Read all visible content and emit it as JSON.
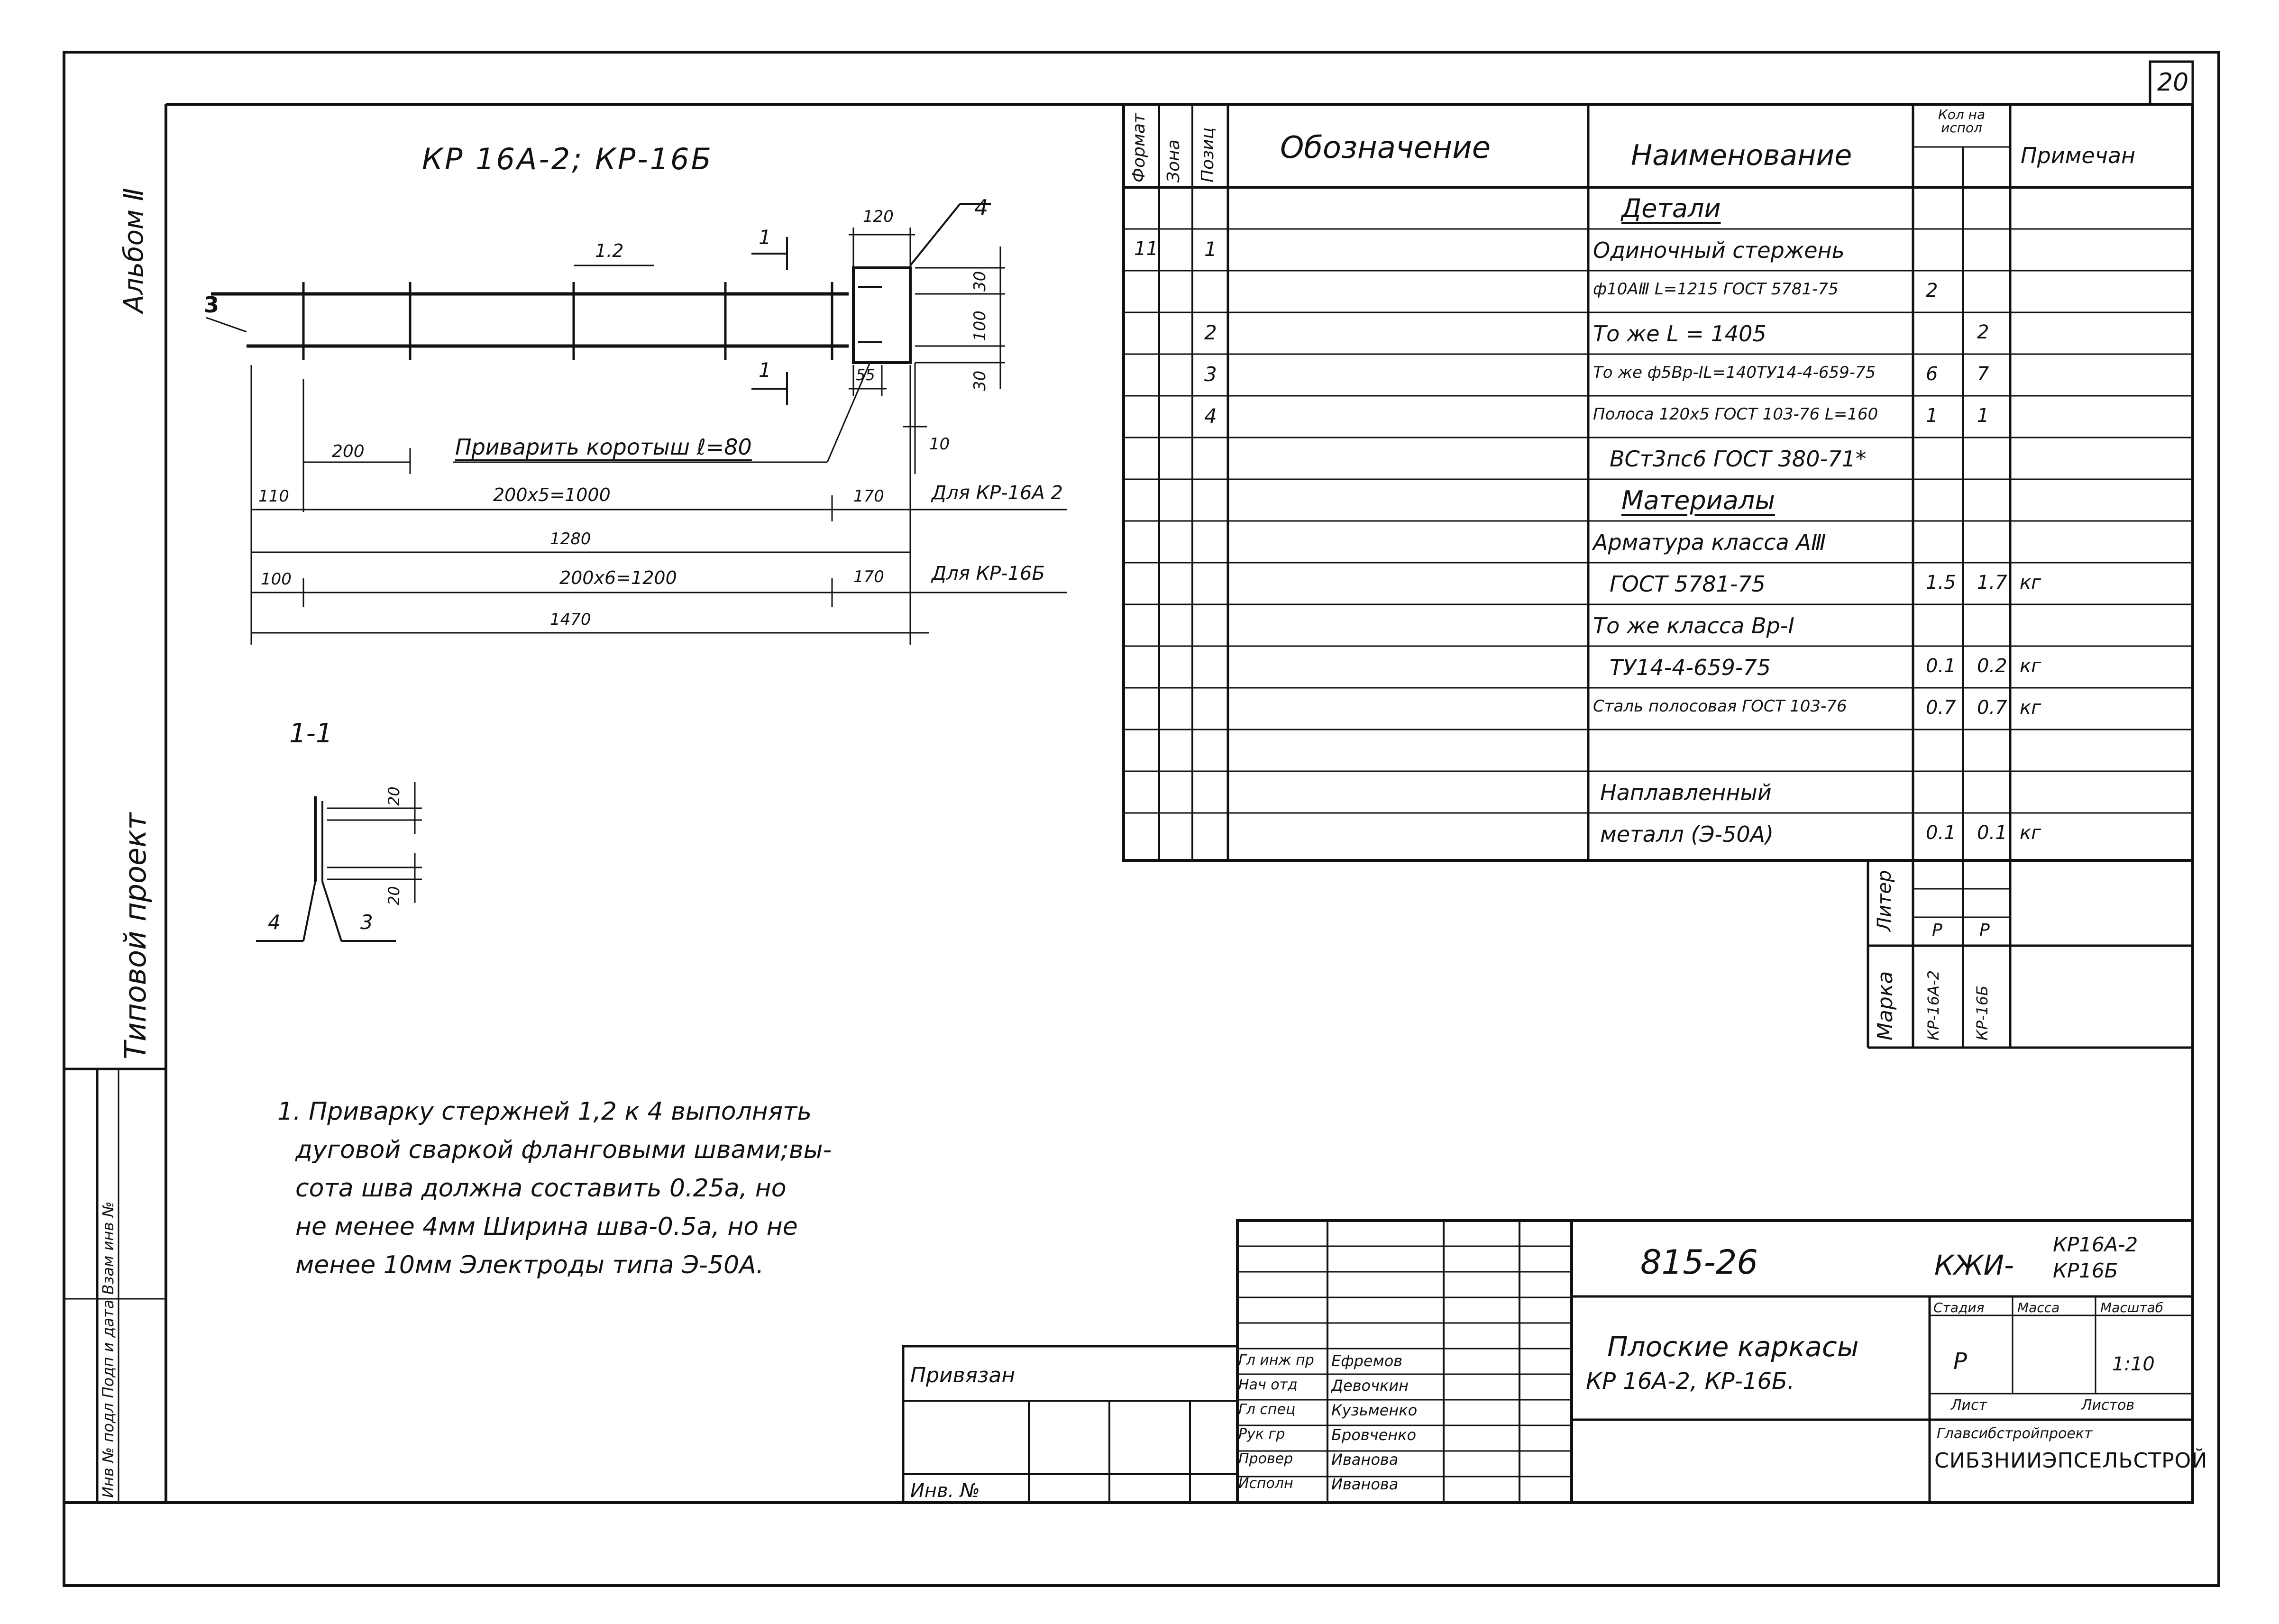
{
  "sheet": {
    "number": "20",
    "side_album": "Альбом Ⅱ",
    "side_project": "Типовой проект",
    "side_strip": "Инв № подл  Подп и дата  Взам инв №"
  },
  "drawing": {
    "title": "КР 16А-2; КР-16Б",
    "label_1_2": "1.2",
    "label_3": "3",
    "label_4": "4",
    "label_1": "1",
    "dim_120": "120",
    "dim_30a": "30",
    "dim_100": "100",
    "dim_30b": "30",
    "dim_55": "55",
    "dim_10": "10",
    "dim_200": "200",
    "weld_note": "Приварить коротыш ℓ=80",
    "dim_110": "110",
    "dim_a_mid": "200х5=1000",
    "dim_170a": "170",
    "for_a": "Для КР-16А 2",
    "dim_1280": "1280",
    "dim_100b": "100",
    "dim_b_mid": "200х6=1200",
    "dim_170b": "170",
    "for_b": "Для КР-16Б",
    "dim_1470": "1470",
    "section": "1-1",
    "sec_20a": "20",
    "sec_20b": "20",
    "sec_4": "4",
    "sec_3": "3"
  },
  "notes": {
    "line1": "1. Приварку стержней 1,2 к 4 выполнять",
    "line2": "дуговой сваркой фланговыми швами;вы-",
    "line3": "сота шва должна составить 0.25а, но",
    "line4": "не менее 4мм Ширина шва-0.5а, но не",
    "line5": "менее 10мм Электроды типа Э-50А."
  },
  "spec": {
    "headers": {
      "format": "Формат",
      "zone": "Зона",
      "pos": "Позиц",
      "designation": "Обозначение",
      "name": "Наименование",
      "qty": "Кол на испол",
      "note": "Примечан"
    },
    "rows": [
      {
        "f": "",
        "p": "",
        "name": "Детали",
        "q1": "",
        "q2": "",
        "note": "",
        "heading": true
      },
      {
        "f": "11",
        "p": "1",
        "name": "Одиночный стержень",
        "q1": "",
        "q2": "",
        "note": ""
      },
      {
        "f": "",
        "p": "",
        "name": "ф10АⅢ L=1215 ГОСТ 5781-75",
        "q1": "2",
        "q2": "",
        "note": ""
      },
      {
        "f": "",
        "p": "2",
        "name": "То же L = 1405",
        "q1": "",
        "q2": "2",
        "note": ""
      },
      {
        "f": "",
        "p": "3",
        "name": "То же ф5Вр-ⅠL=140ТУ14-4-659-75",
        "q1": "6",
        "q2": "7",
        "note": ""
      },
      {
        "f": "",
        "p": "4",
        "name": "Полоса 120х5 ГОСТ 103-76 L=160",
        "q1": "1",
        "q2": "1",
        "note": ""
      },
      {
        "f": "",
        "p": "",
        "name": "ВСт3пс6 ГОСТ 380-71*",
        "q1": "",
        "q2": "",
        "note": ""
      },
      {
        "f": "",
        "p": "",
        "name": "Материалы",
        "q1": "",
        "q2": "",
        "note": "",
        "heading": true
      },
      {
        "f": "",
        "p": "",
        "name": "Арматура класса АⅢ",
        "q1": "",
        "q2": "",
        "note": ""
      },
      {
        "f": "",
        "p": "",
        "name": "ГОСТ 5781-75",
        "q1": "1.5",
        "q2": "1.7",
        "note": "кг"
      },
      {
        "f": "",
        "p": "",
        "name": "То же класса Вр-Ⅰ",
        "q1": "",
        "q2": "",
        "note": ""
      },
      {
        "f": "",
        "p": "",
        "name": "ТУ14-4-659-75",
        "q1": "0.1",
        "q2": "0.2",
        "note": "кг"
      },
      {
        "f": "",
        "p": "",
        "name": "Сталь полосовая ГОСТ 103-76",
        "q1": "0.7",
        "q2": "0.7",
        "note": "кг"
      },
      {
        "f": "",
        "p": "",
        "name": "",
        "q1": "",
        "q2": "",
        "note": ""
      },
      {
        "f": "",
        "p": "",
        "name": "Наплавленный",
        "q1": "",
        "q2": "",
        "note": ""
      },
      {
        "f": "",
        "p": "",
        "name": "металл (Э-50А)",
        "q1": "0.1",
        "q2": "0.1",
        "note": "кг"
      }
    ],
    "liter_label": "Литер",
    "liter_a": "Р",
    "liter_b": "Р",
    "mark_label": "Марка",
    "mark_a": "КР-16А-2",
    "mark_b": "КР-16Б"
  },
  "titleblock": {
    "code": "815-26",
    "doc": "КЖИ-",
    "doc_top": "КР16А-2",
    "doc_bot": "КР16Б",
    "name1": "Плоские каркасы",
    "name2": "КР 16А-2, КР-16Б.",
    "stage_label": "Стадия",
    "mass_label": "Масса",
    "scale_label": "Масштаб",
    "stage": "Р",
    "scale": "1:10",
    "sheet_label": "Лист",
    "sheets_label": "Листов",
    "org1": "Главсибстройпроект",
    "org2": "СИБЗНИИЭПСЕЛЬСТРОЙ",
    "privyazan": "Привязан",
    "inv_label": "Инв. №",
    "roles": [
      "Гл инж пр",
      "Нач отд",
      "Гл спец",
      "Рук гр",
      "Провер",
      "Исполн"
    ],
    "people": [
      "Ефремов",
      "Девочкин",
      "Кузьменко",
      "Бровченко",
      "Иванова",
      "Иванова"
    ]
  }
}
